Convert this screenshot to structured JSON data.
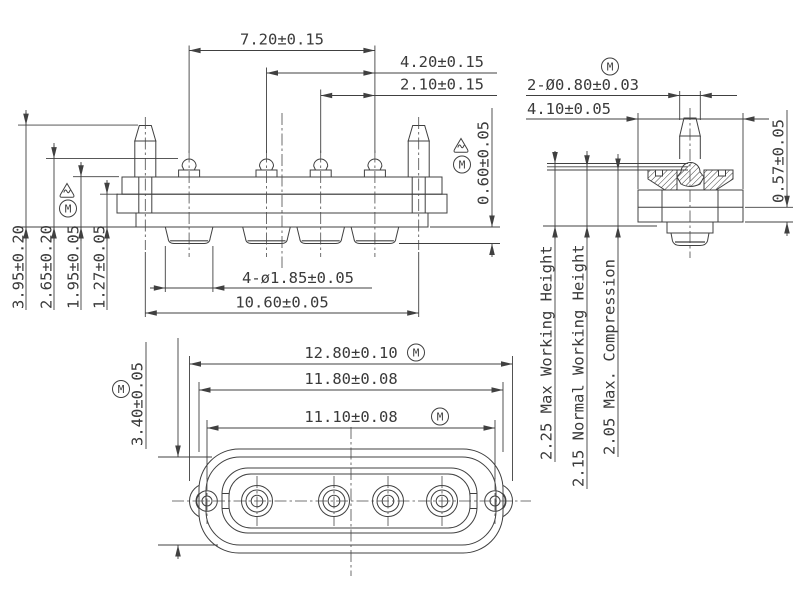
{
  "colors": {
    "line": "#404040",
    "text": "#3a3a3a",
    "background": "#ffffff"
  },
  "symbols": {
    "mmc_letter": "M"
  },
  "front_view": {
    "dims": {
      "pin_span_total": "7.20±0.15",
      "pin_span_2_4": "4.20±0.15",
      "pin_span_3_4": "2.10±0.15",
      "peg_height": "3.95±0.20",
      "pin_tip_height": "2.65±0.20",
      "body_height": "1.95±0.05",
      "flange_height": "1.27±0.05",
      "tail_protrusion": "0.60±0.05",
      "tail_diameter": "4-ø1.85±0.05",
      "peg_span": "10.60±0.05"
    }
  },
  "side_view": {
    "dims": {
      "plunger_diameter": "2-Ø0.80±0.03",
      "body_width": "4.10±0.05",
      "step_height": "0.57±0.05"
    },
    "notes": {
      "max_working_height": "2.25 Max Working Height",
      "normal_working_height": "2.15 Normal Working Height",
      "max_compression": "2.05 Max. Compression"
    }
  },
  "bottom_view": {
    "dims": {
      "overall_length": "12.80±0.10",
      "shell_length": "11.80±0.08",
      "mount_hole_span": "11.10±0.08",
      "body_width": "3.40±0.05"
    }
  }
}
